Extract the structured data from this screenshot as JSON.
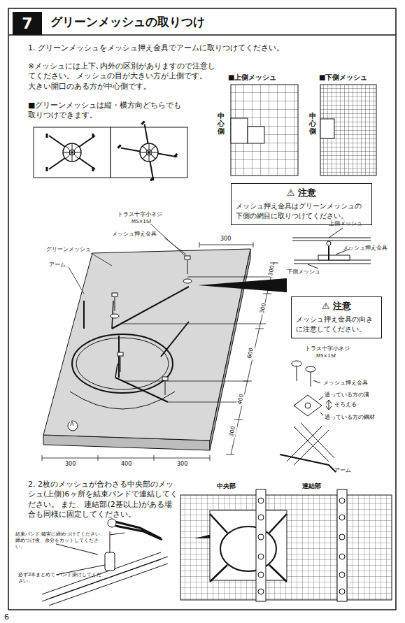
{
  "diagram": {
    "title": "グリーンメッシュの取りつけ",
    "nodes": [
      {
        "text": [
          "7"
        ]
      },
      {
        "text": [
          "⚠ 注意",
          "メッシュ押え金具はグリーンメッシュの下側の網目に取りつけてください。"
        ]
      },
      {
        "text": [
          "⚠ 注意",
          "メッシュ押え金具の向きに注意してください。"
        ]
      }
    ],
    "labels": [
      "1. グリーンメッシュをメッシュ押え金具でアームに取りつけてください。",
      "※メッシュには上下､内外の区別がありますので注意してください。 メッシュの目が大きい方が上側です。 大きい開口のある方が中心側です。",
      "■グリーンメッシュは縦・横方向どちらでも取りつけできます。",
      "■上側メッシュ",
      "■下側メッシュ",
      "中心側",
      "中心側",
      "トラス十字小ネジ",
      "M5×15ℓ",
      "メッシュ押え金具",
      "グリーンメッシュ",
      "アーム",
      "300",
      "300",
      "300",
      "600",
      "400",
      "300",
      "300",
      "400",
      "300",
      "上側メッシュ",
      "メッシュ押え金具",
      "下側メッシュ",
      "トラス十字小ネジ",
      "M5×15ℓ",
      "メッシュ押え金具",
      "通っている方の溝",
      "そろえる",
      "通っている方の鋼材",
      "アーム",
      "2. 2枚のメッシュが合わさる中央部のメッシュ(上側)6ヶ所を結束バンドで連結してください。 また、連結部(2基以上)がある場合も同様に固定してください。",
      "結束バンド 確実に締めつけてください。 締めつけ後、余分をカットしてください。",
      "必ず2本まとめて バンド掛けしてください。",
      "中央部",
      "連結部",
      "A",
      "6"
    ]
  }
}
